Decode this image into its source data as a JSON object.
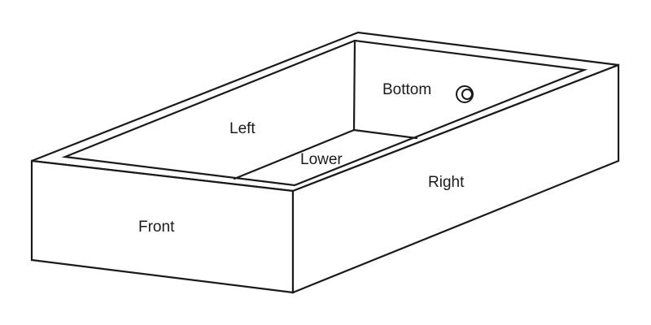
{
  "diagram": {
    "labels": {
      "bottom": "Bottom",
      "left": "Left",
      "lower": "Lower",
      "right": "Right",
      "front": "Front"
    },
    "colors": {
      "stroke": "#1a1a1a",
      "fill": "#ffffff"
    },
    "icons": [
      "drain-hole-icon"
    ]
  }
}
